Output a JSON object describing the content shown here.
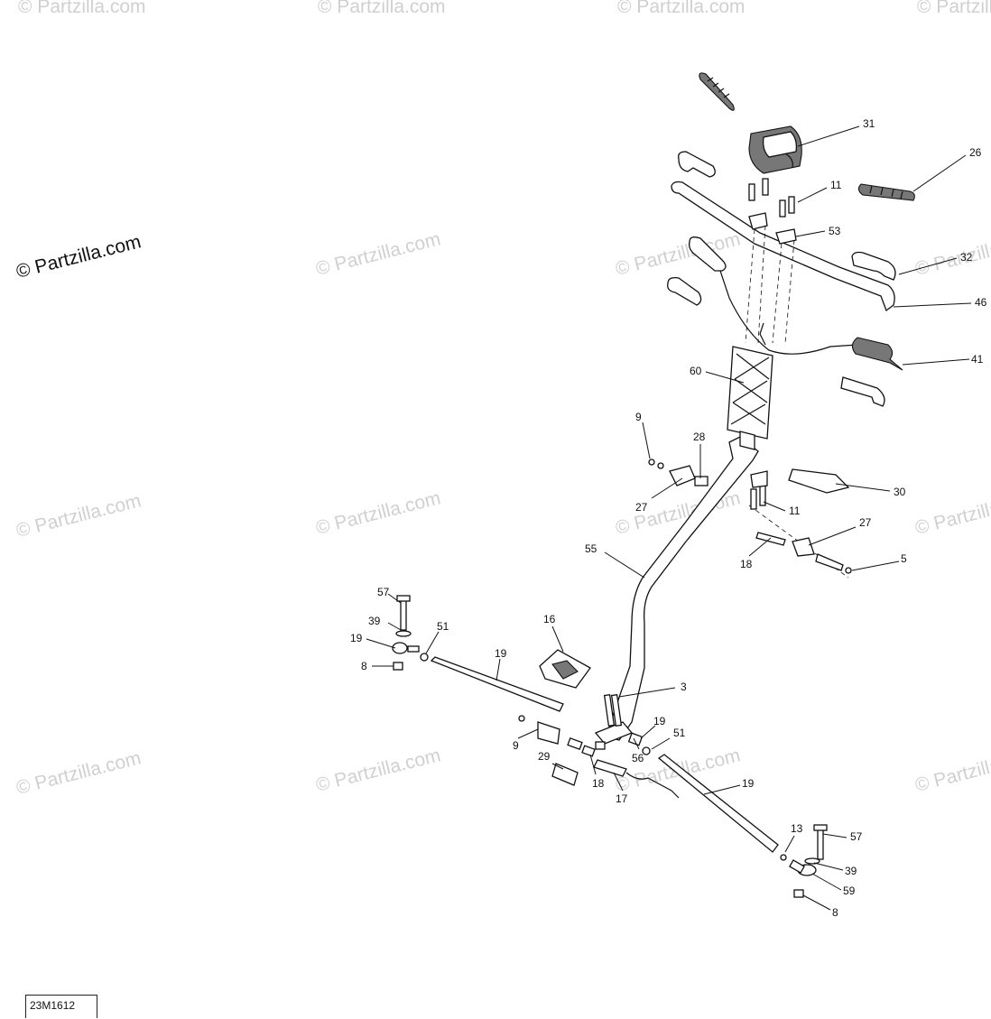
{
  "watermark": {
    "main": "© Partzilla.com",
    "repeat": "© Partzilla.com"
  },
  "diagram_code": "23M1612",
  "callouts": {
    "c31": "31",
    "c26": "26",
    "c11a": "11",
    "c53": "53",
    "c32": "32",
    "c46": "46",
    "c41": "41",
    "c60": "60",
    "c9a": "9",
    "c28": "28",
    "c27a": "27",
    "c30": "30",
    "c11b": "11",
    "c27b": "27",
    "c5": "5",
    "c18a": "18",
    "c55": "55",
    "c57a": "57",
    "c39a": "39",
    "c51a": "51",
    "c19a": "19",
    "c8a": "8",
    "c19b": "19",
    "c16": "16",
    "c3": "3",
    "c19c": "19",
    "c51b": "51",
    "c9b": "9",
    "c56": "56",
    "c29": "29",
    "c18b": "18",
    "c17": "17",
    "c19d": "19",
    "c13": "13",
    "c57b": "57",
    "c39b": "39",
    "c59": "59",
    "c8b": "8"
  }
}
